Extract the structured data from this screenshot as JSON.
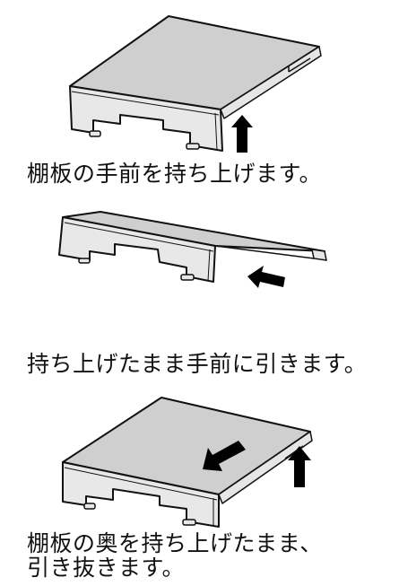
{
  "steps": [
    {
      "caption": "棚板の手前を持ち上げます。",
      "illustration": "shelf-tilted-front-lift",
      "arrow_icon": "arrow-up-icon"
    },
    {
      "caption": "持ち上げたまま手前に引きます。",
      "illustration": "shelf-tilted-pull-forward",
      "arrow_icon": "arrow-left-icon"
    },
    {
      "caption_lines": [
        "棚板の奥を持ち上げたまま、",
        "引き抜きます。"
      ],
      "illustration": "shelf-flat-pull-out",
      "arrow_icons": [
        "arrow-up-icon",
        "arrow-diagonal-icon"
      ]
    }
  ],
  "colors": {
    "shelf_top": "#cfcfcf",
    "shelf_side": "#e8e8e8",
    "outline": "#111111",
    "arrow": "#000000"
  }
}
